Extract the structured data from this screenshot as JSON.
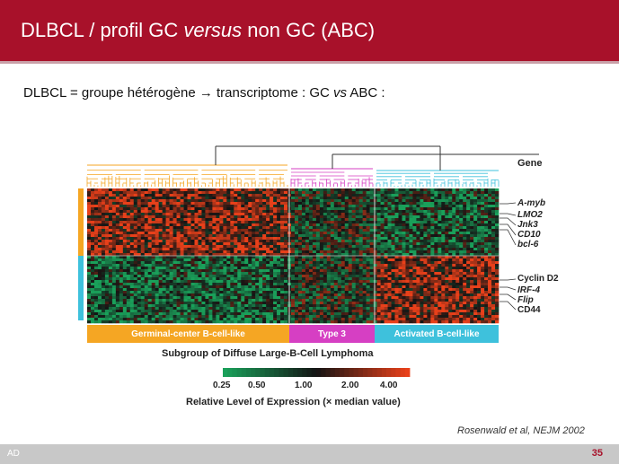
{
  "slide": {
    "title_part1": "DLBCL / profil GC ",
    "title_italic": "versus",
    "title_part2": " non GC (ABC)",
    "subtitle_part1": "DLBCL = groupe hétérogène → transcriptome : GC ",
    "subtitle_italic": "vs",
    "subtitle_part2": " ABC  :",
    "citation": "Rosenwald et al, NEJM 2002",
    "footer_left": "AD",
    "page_number": "35"
  },
  "figure": {
    "gene_header": "Gene",
    "genes_top": [
      "A-myb",
      "LMO2",
      "Jnk3",
      "CD10",
      "bcl-6"
    ],
    "genes_bottom": [
      "Cyclin D2",
      "IRF-4",
      "Flip",
      "CD44"
    ],
    "subgroups": [
      {
        "label": "Germinal-center B-cell-like",
        "color": "#f5a623"
      },
      {
        "label": "Type 3",
        "color": "#d63fc3"
      },
      {
        "label": "Activated B-cell-like",
        "color": "#3ec1dc"
      }
    ],
    "subgroup_axis_label": "Subgroup of Diffuse Large-B-Cell Lymphoma",
    "scale_ticks": [
      "0.25",
      "0.50",
      "1.00",
      "2.00",
      "4.00"
    ],
    "scale_label": "Relative Level of Expression (× median value)",
    "colors": {
      "brand": "#a8112a",
      "gc_cluster": "#f5a623",
      "type3_cluster": "#d63fc3",
      "abc_cluster": "#3ec1dc",
      "low_expression": "#1aa05a",
      "high_expression": "#e8401a"
    }
  }
}
